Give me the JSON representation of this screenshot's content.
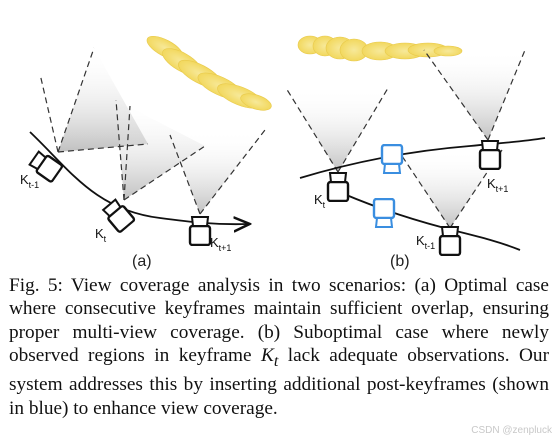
{
  "figure": {
    "panel_a": {
      "label": "(a)",
      "keyframes": [
        {
          "base": "K",
          "sub": "t-1"
        },
        {
          "base": "K",
          "sub": "t"
        },
        {
          "base": "K",
          "sub": "t+1"
        }
      ]
    },
    "panel_b": {
      "label": "(b)",
      "keyframes": [
        {
          "base": "K",
          "sub": "t"
        },
        {
          "base": "K",
          "sub": "t+1"
        },
        {
          "base": "K",
          "sub": "t-1"
        }
      ]
    },
    "colors": {
      "keyframe": "#111111",
      "post_keyframe": "#3a8ee0",
      "gaussian": "#f6e27a",
      "frustum": "#c9c9c9"
    }
  },
  "caption": {
    "prefix": "Fig. 5: View coverage analysis in two scenarios: (a) Optimal case where consecutive keyframes maintain sufficient overlap, ensuring proper multi-view coverage. (b) Suboptimal case where newly observed regions in keyframe ",
    "var_base": "K",
    "var_sub": "t",
    "suffix": " lack adequate observations. Our system addresses this by inserting additional post-keyframes (shown in blue) to enhance view coverage."
  },
  "watermark": "CSDN @zenpluck"
}
